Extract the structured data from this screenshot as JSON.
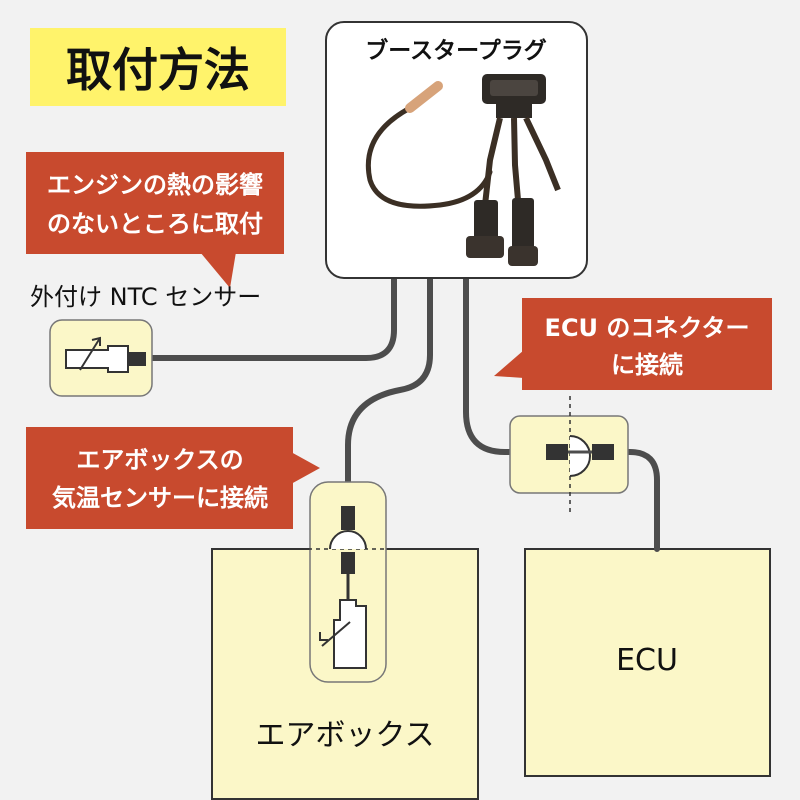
{
  "title": "取付方法",
  "product_label": "ブースタープラグ",
  "callout_engine": {
    "line1": "エンジンの熱の影響",
    "line2": "のないところに取付"
  },
  "sensor_label": "外付け NTC センサー",
  "callout_ecu": {
    "line1": "ECU のコネクター",
    "line2": "に接続"
  },
  "callout_airbox": {
    "line1": "エアボックスの",
    "line2": "気温センサーに接続"
  },
  "box_airbox_label": "エアボックス",
  "box_ecu_label": "ECU",
  "colors": {
    "background": "#f2f2f2",
    "title_highlight": "#fff36b",
    "callout": "#c84a2e",
    "box_fill": "#fbf7c8",
    "wire": "#4d4d4d"
  }
}
